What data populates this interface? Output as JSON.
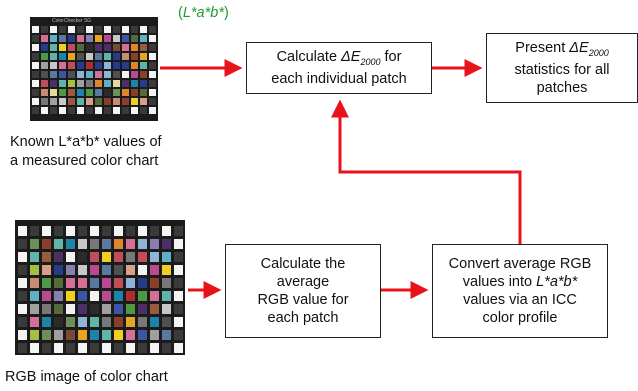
{
  "known_chart": {
    "top_label_prefix": "(",
    "top_label_var": "L*a*b*",
    "top_label_suffix": ")",
    "caption_line1": "Known L*a*b* values of",
    "caption_line2": "a measured color chart",
    "tiny_header": "ColorChecker SG"
  },
  "rgb_chart": {
    "caption": "RGB image of color chart"
  },
  "boxes": {
    "calculate_de": {
      "line1_pre": "Calculate ",
      "line1_var": "ΔE",
      "line1_sub": "2000",
      "line1_post": " for",
      "line2": "each individual patch"
    },
    "present_de": {
      "line1_pre": "Present ",
      "line1_var": "ΔE",
      "line1_sub": "2000",
      "line2": "statistics for all",
      "line3": "patches"
    },
    "average_rgb": {
      "line1": "Calculate the",
      "line2": "average",
      "line3": "RGB value for",
      "line4": "each patch"
    },
    "convert_rgb": {
      "line1": "Convert average RGB",
      "line2_pre": "values into ",
      "line2_var": "L*a*b*",
      "line3": "values via an ICC",
      "line4": "color profile"
    }
  },
  "colors": {
    "arrow": "#e8121b",
    "green_label": "#1f9a2e",
    "chart_bg": "#1b1b1b"
  }
}
